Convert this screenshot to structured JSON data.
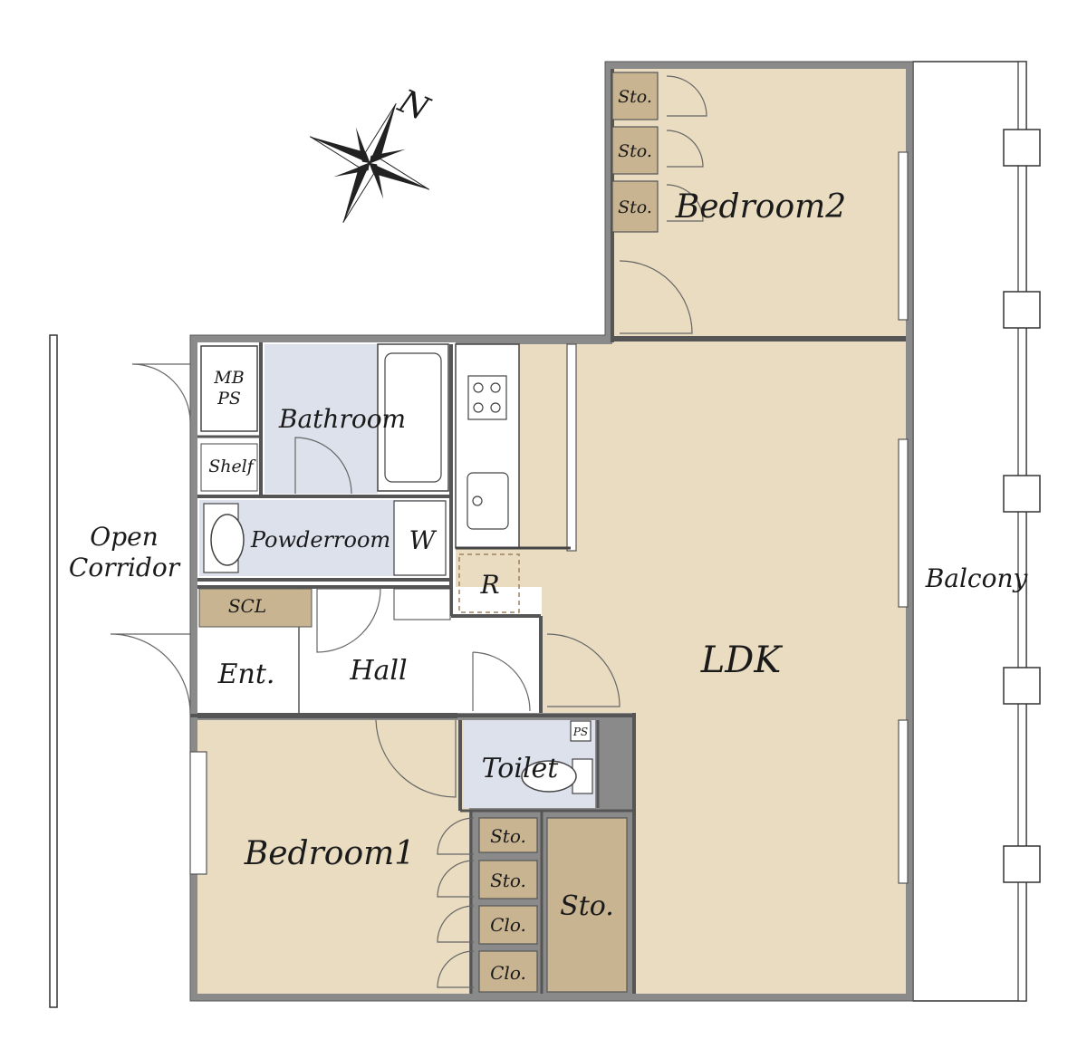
{
  "compass": {
    "north_label": "N"
  },
  "rooms": {
    "bedroom2": "Bedroom2",
    "bedroom1": "Bedroom1",
    "ldk": "LDK",
    "bathroom": "Bathroom",
    "powderroom": "Powderroom",
    "washer": "W",
    "refrigerator": "R",
    "mbps_line1": "MB",
    "mbps_line2": "PS",
    "shelf": "Shelf",
    "scl": "SCL",
    "entrance": "Ent.",
    "hall": "Hall",
    "toilet": "Toilet",
    "toilet_ps": "PS",
    "balcony": "Balcony",
    "open_corridor_line1": "Open",
    "open_corridor_line2": "Corridor"
  },
  "storage": {
    "sto_b2_1": "Sto.",
    "sto_b2_2": "Sto.",
    "sto_b2_3": "Sto.",
    "sto_b1_1": "Sto.",
    "sto_b1_2": "Sto.",
    "clo_1": "Clo.",
    "clo_2": "Clo.",
    "sto_large": "Sto."
  },
  "colors": {
    "room_fill": "#e9dcc0",
    "wet_fill": "#dde1ec",
    "storage_fill": "#c8b490",
    "wall": "#8a8a8a",
    "line": "#333333"
  }
}
